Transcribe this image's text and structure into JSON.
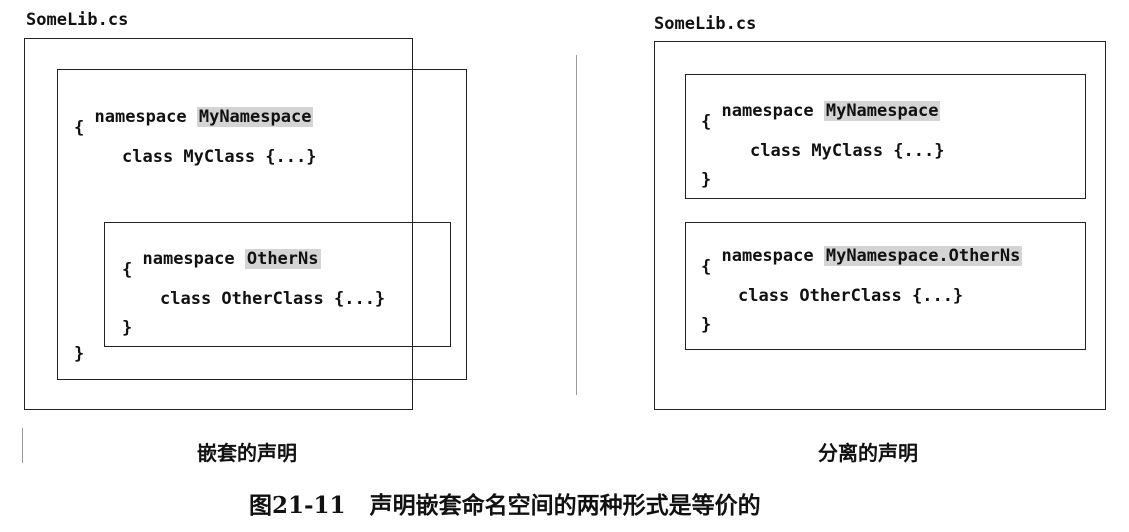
{
  "left": {
    "file_label": "SomeLib.cs",
    "outer_ns": {
      "keyword": "namespace ",
      "name": "MyNamespace",
      "open": "{",
      "class_line": "class MyClass {...}",
      "close": "}"
    },
    "inner_ns": {
      "keyword": "namespace ",
      "name": "OtherNs",
      "open": "{",
      "class_line": "class OtherClass {...}",
      "close": "}"
    },
    "caption": "嵌套的声明"
  },
  "right": {
    "file_label": "SomeLib.cs",
    "ns1": {
      "keyword": "namespace ",
      "name": "MyNamespace",
      "open": "{",
      "class_line": "class MyClass {...}",
      "close": "}"
    },
    "ns2": {
      "keyword": "namespace ",
      "name": "MyNamespace.OtherNs",
      "open": "{",
      "class_line": "class OtherClass {...}",
      "close": "}"
    },
    "caption": "分离的声明"
  },
  "figure_caption": "图21-11   声明嵌套命名空间的两种形式是等价的"
}
